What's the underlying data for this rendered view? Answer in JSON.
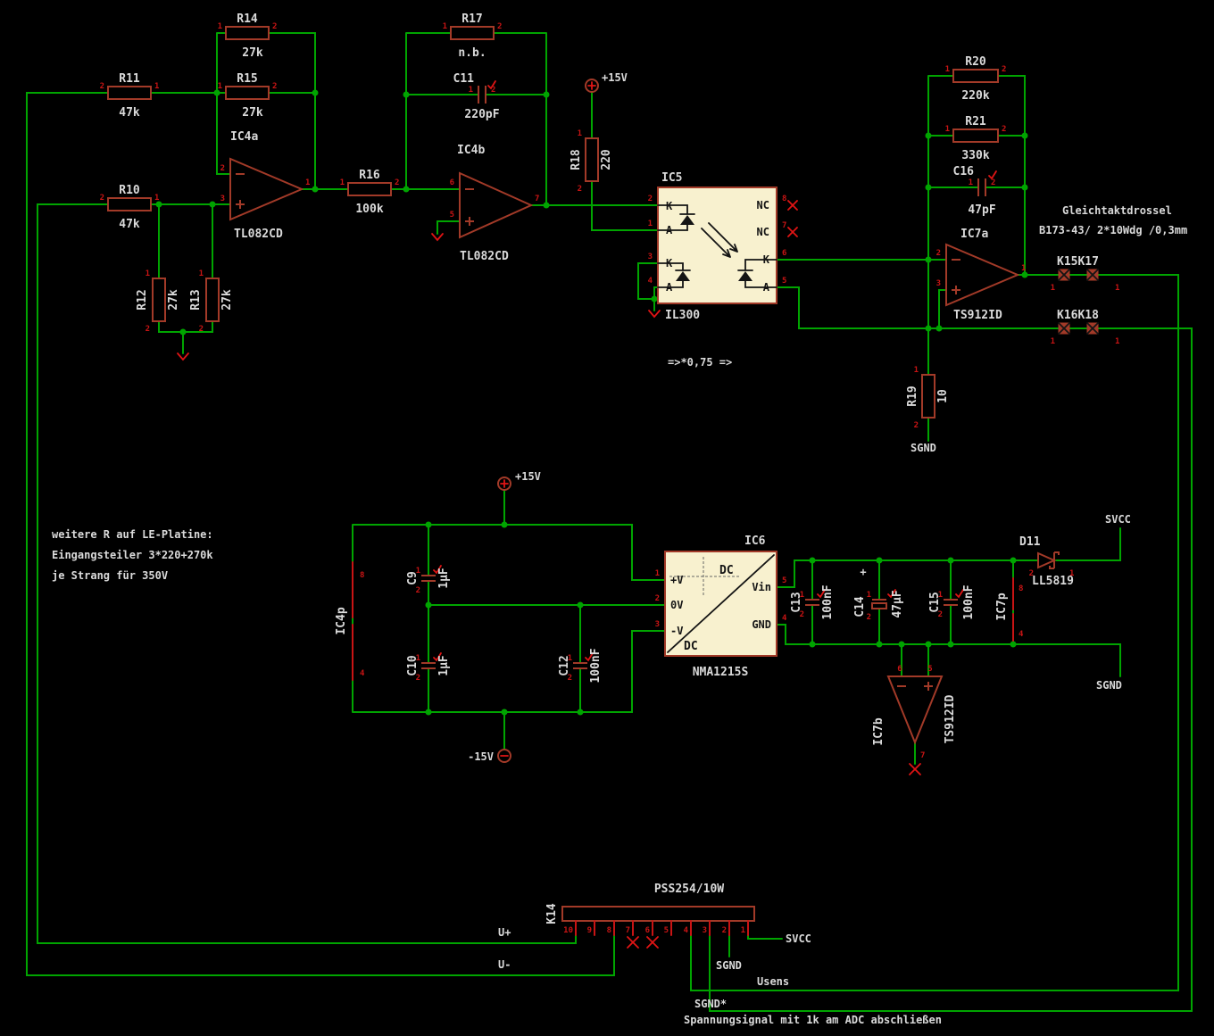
{
  "colors": {
    "bg": "#000000",
    "wire": "#00A400",
    "symbol": "#A23A28",
    "box_fill": "#F8F1CF",
    "pin_red": "#C81414",
    "mark_red": "#E01414",
    "text_light": "#DADADA",
    "text_dark": "#141414"
  },
  "parts": {
    "r10": {
      "name": "R10",
      "value": "47k",
      "pins": [
        "2",
        "1"
      ]
    },
    "r11": {
      "name": "R11",
      "value": "47k",
      "pins": [
        "2",
        "1"
      ]
    },
    "r12": {
      "name": "R12",
      "value": "27k",
      "pins": [
        "1",
        "2"
      ]
    },
    "r13": {
      "name": "R13",
      "value": "27k",
      "pins": [
        "1",
        "2"
      ]
    },
    "r14": {
      "name": "R14",
      "value": "27k",
      "pins": [
        "1",
        "2"
      ]
    },
    "r15": {
      "name": "R15",
      "value": "27k",
      "pins": [
        "1",
        "2"
      ]
    },
    "r16": {
      "name": "R16",
      "value": "100k",
      "pins": [
        "1",
        "2"
      ]
    },
    "r17": {
      "name": "R17",
      "value": "n.b.",
      "pins": [
        "1",
        "2"
      ]
    },
    "r18": {
      "name": "R18",
      "value": "220",
      "pins": [
        "1",
        "2"
      ]
    },
    "r19": {
      "name": "R19",
      "value": "10",
      "pins": [
        "1",
        "2"
      ]
    },
    "r20": {
      "name": "R20",
      "value": "220k",
      "pins": [
        "1",
        "2"
      ]
    },
    "r21": {
      "name": "R21",
      "value": "330k",
      "pins": [
        "1",
        "2"
      ]
    },
    "c9": {
      "name": "C9",
      "value": "1µF",
      "pins": [
        "1",
        "2"
      ]
    },
    "c10": {
      "name": "C10",
      "value": "1µF",
      "pins": [
        "1",
        "2"
      ]
    },
    "c11": {
      "name": "C11",
      "value": "220pF",
      "pins": [
        "1",
        "2"
      ]
    },
    "c12": {
      "name": "C12",
      "value": "100nF",
      "pins": [
        "1",
        "2"
      ]
    },
    "c13": {
      "name": "C13",
      "value": "100nF",
      "pins": [
        "1",
        "2"
      ]
    },
    "c14": {
      "name": "C14",
      "value": "47µF",
      "plus": "+",
      "pins": [
        "1",
        "2"
      ]
    },
    "c15": {
      "name": "C15",
      "value": "100nF",
      "pins": [
        "1",
        "2"
      ]
    },
    "c16": {
      "name": "C16",
      "value": "47pF",
      "pins": [
        "1",
        "2"
      ]
    },
    "ic4a": {
      "name": "IC4a",
      "value": "TL082CD",
      "pins": [
        "2",
        "3",
        "1"
      ]
    },
    "ic4b": {
      "name": "IC4b",
      "value": "TL082CD",
      "pins": [
        "6",
        "5",
        "7"
      ]
    },
    "ic4p": {
      "name": "IC4p",
      "pins": [
        "8",
        "4"
      ]
    },
    "ic5": {
      "name": "IC5",
      "value": "IL300",
      "pins_left": [
        "2",
        "1",
        "3",
        "4"
      ],
      "letters_left": [
        "K",
        "A",
        "K",
        "A"
      ],
      "pins_right": [
        "8",
        "7",
        "6",
        "5"
      ],
      "letters_right": [
        "NC",
        "NC",
        "K",
        "A"
      ]
    },
    "ic6": {
      "name": "IC6",
      "value": "NMA1215S",
      "dc_top": "DC",
      "dc_bottom": "DC",
      "pins_left": [
        "1",
        "2",
        "3"
      ],
      "labels_left": [
        "+V",
        "0V",
        "-V"
      ],
      "pins_right": [
        "5",
        "4"
      ],
      "labels_right": [
        "Vin",
        "GND"
      ]
    },
    "ic7a": {
      "name": "IC7a",
      "value": "TS912ID",
      "pins": [
        "2",
        "3",
        "1"
      ]
    },
    "ic7b": {
      "name": "IC7b",
      "value": "TS912ID",
      "pins": [
        "6",
        "5",
        "7"
      ]
    },
    "ic7p": {
      "name": "IC7p",
      "pins": [
        "8",
        "4"
      ]
    },
    "d11": {
      "name": "D11",
      "value": "LL5819",
      "pins": [
        "2",
        "1"
      ]
    },
    "k14": {
      "name": "K14",
      "value": "PSS254/10W",
      "pins": [
        "10",
        "9",
        "8",
        "7",
        "6",
        "5",
        "4",
        "3",
        "2",
        "1"
      ]
    },
    "k15k17": {
      "name": "K15K17",
      "pins": [
        "1",
        "1"
      ]
    },
    "k16k18": {
      "name": "K16K18",
      "pins": [
        "1",
        "1"
      ]
    }
  },
  "nets": {
    "p15v_top": "+15V",
    "p15v_mid": "+15V",
    "m15v": "-15V",
    "sgnd_r19": "SGND",
    "svcc_d11": "SVCC",
    "sgnd_rail": "SGND",
    "svcc_k14": "SVCC",
    "sgnd_k14": "SGND",
    "u_plus": "U+",
    "u_minus": "U-",
    "usens": "Usens",
    "sgnd_star": "SGND*"
  },
  "notes": {
    "choke_1": "Gleichtaktdrossel",
    "choke_2": "B173-43/ 2*10Wdg /0,3mm",
    "le_1": "weitere R auf LE-Platine:",
    "le_2": "Eingangsteiler 3*220+270k",
    "le_3": "je Strang für 350V",
    "ratio": "=>*0,75 =>",
    "adc": "Spannungsignal mit 1k am ADC abschließen"
  }
}
